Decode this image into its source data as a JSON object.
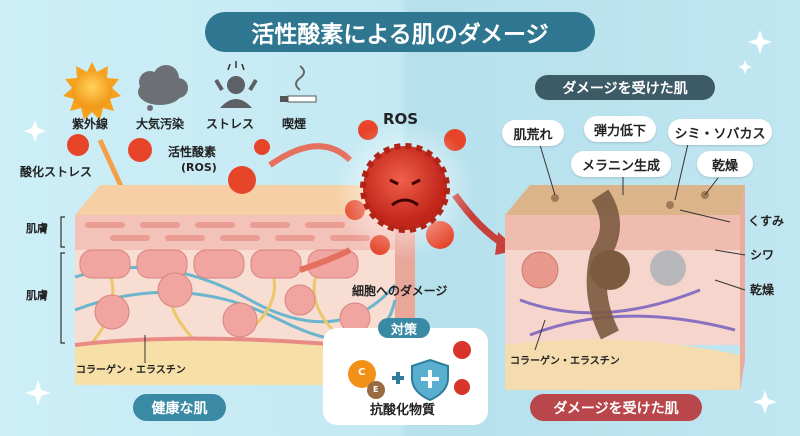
{
  "title": "活性酸素による肌のダメージ",
  "left": {
    "sources": [
      "紫外線",
      "大気汚染",
      "ストレス",
      "喫煙"
    ],
    "oxidative_stress": "酸化ストレス",
    "ros_label_line1": "活性酸素",
    "ros_label_line2": "(ROS)",
    "layer_top": "肌膚",
    "layer_bottom": "肌膚",
    "collagen": "コラーゲン・エラスチン",
    "caption": "健康な肌"
  },
  "center": {
    "ros": "ROS",
    "cell_damage": "細胞へのダメージ",
    "countermeasure": "対策",
    "antioxidant": "抗酸化物質",
    "vitamin_c": "C",
    "vitamin_e": "E"
  },
  "right": {
    "header": "ダメージを受けた肌",
    "rough": "肌荒れ",
    "elasticity": "弾力低下",
    "spots": "シミ・ソバカス",
    "melanin": "メラニン生成",
    "dry_top": "乾燥",
    "dullness": "くすみ",
    "wrinkles": "シワ",
    "dry_side": "乾燥",
    "collagen": "コラーゲン・エラスチン",
    "caption": "ダメージを受けた肌"
  },
  "colors": {
    "title_bg": "#2f7690",
    "healthy_bg": "#3a8aa5",
    "damaged_bg": "#b9464a",
    "ros": "#d83a2a"
  }
}
